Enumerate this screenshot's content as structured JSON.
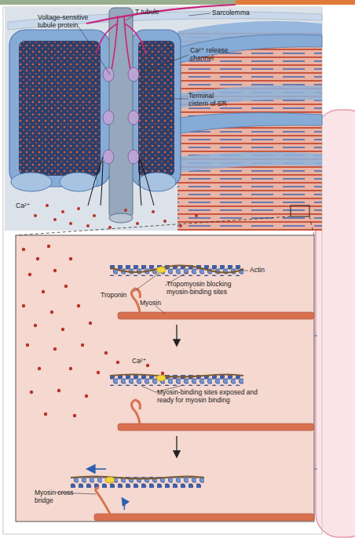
{
  "diagram": {
    "labels": [
      "Sarcolemma",
      "Voltage-sensitive tubule protein",
      "T tubule",
      "Ca²⁺ release channel",
      "Terminal cistern of SR",
      "Ca²⁺",
      "Actin",
      "Troponin",
      "Tropomyosin blocking myosin-binding sites",
      "Myosin",
      "Ca²⁺",
      "Myosin-binding sites exposed and ready for myosin binding",
      "Myosin cross bridge"
    ]
  }
}
